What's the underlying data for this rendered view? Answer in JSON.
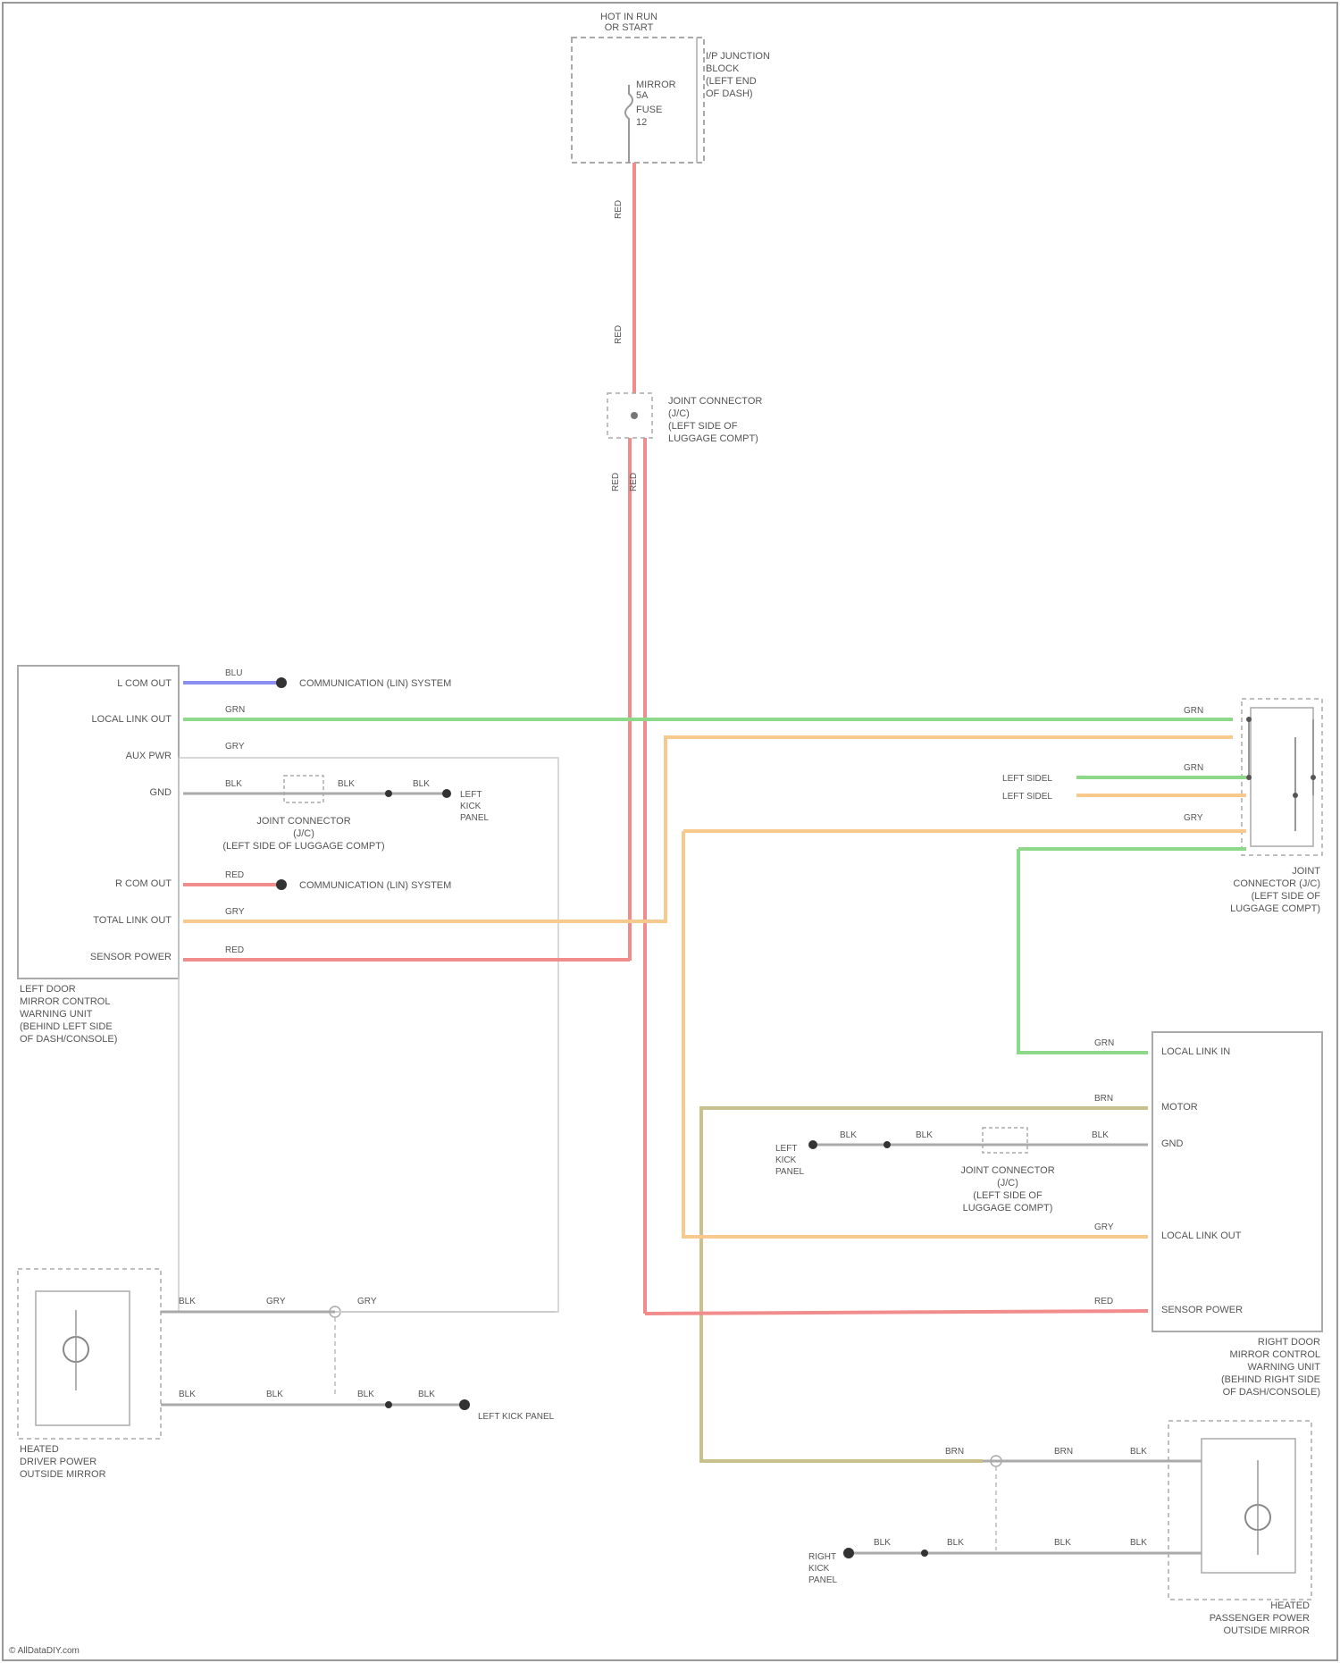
{
  "diagram": {
    "colors": {
      "red": "#f08c8c",
      "green": "#8ed88a",
      "orange": "#f8c98c",
      "blue": "#8a8ef0",
      "olive": "#c9c08c",
      "line": "#bbbbbb",
      "text": "#555555"
    },
    "fuse_block": {
      "title": [
        "HOT IN RUN",
        "OR START"
      ],
      "location": [
        "I/P JUNCTION",
        "BLOCK",
        "(LEFT END",
        "OF DASH)"
      ],
      "fuse": [
        "MIRROR",
        "5A",
        "FUSE",
        "12"
      ]
    },
    "splice_connector": {
      "label": [
        "JOINT CONNECTOR",
        "(J/C)",
        "(LEFT SIDE OF",
        "LUGGAGE COMPT)"
      ]
    },
    "left_control_unit": {
      "label": [
        "LEFT DOOR",
        "MIRROR CONTROL",
        "WARNING UNIT",
        "(BEHIND LEFT SIDE",
        "OF DASH/CONSOLE)"
      ],
      "pins": [
        "L COM OUT",
        "LOCAL LINK OUT",
        "AUX PWR",
        "GND",
        "R COM OUT",
        "TOTAL LINK OUT",
        "SENSOR POWER"
      ]
    },
    "right_control_unit": {
      "label": [
        "RIGHT DOOR",
        "MIRROR CONTROL",
        "WARNING UNIT",
        "(BEHIND RIGHT SIDE",
        "OF DASH/CONSOLE)"
      ],
      "pins": [
        "LOCAL LINK IN",
        "MOTOR",
        "GND",
        "LOCAL LINK OUT",
        "SENSOR POWER"
      ]
    },
    "joint_connector_right": {
      "label": [
        "JOINT",
        "CONNECTOR (J/C)",
        "(LEFT SIDE OF",
        "LUGGAGE COMPT)"
      ],
      "inputs": [
        "LEFT SIDEL",
        "LEFT SIDEL"
      ]
    },
    "ground_joint_left": {
      "label": [
        "JOINT CONNECTOR",
        "(J/C)",
        "(LEFT SIDE OF LUGGAGE COMPT)"
      ]
    },
    "ground_joint_right": {
      "label": [
        "JOINT CONNECTOR",
        "(J/C)",
        "(LEFT SIDE OF",
        "LUGGAGE COMPT)"
      ]
    },
    "left_mirror": {
      "label": [
        "HEATED",
        "DRIVER POWER",
        "OUTSIDE MIRROR"
      ]
    },
    "right_mirror": {
      "label": [
        "HEATED",
        "PASSENGER POWER",
        "OUTSIDE MIRROR"
      ]
    },
    "references": {
      "l_com": "COMMUNICATION (LIN) SYSTEM",
      "r_com": "COMMUNICATION (LIN) SYSTEM",
      "ground_left_top": [
        "LEFT",
        "KICK",
        "PANEL"
      ],
      "ground_left_bottom": "LEFT KICK PANEL",
      "ground_right_mid": [
        "LEFT",
        "KICK",
        "PANEL"
      ],
      "ground_right_bottom": [
        "RIGHT",
        "KICK",
        "PANEL"
      ]
    },
    "footer": "© AllDataDIY.com"
  }
}
